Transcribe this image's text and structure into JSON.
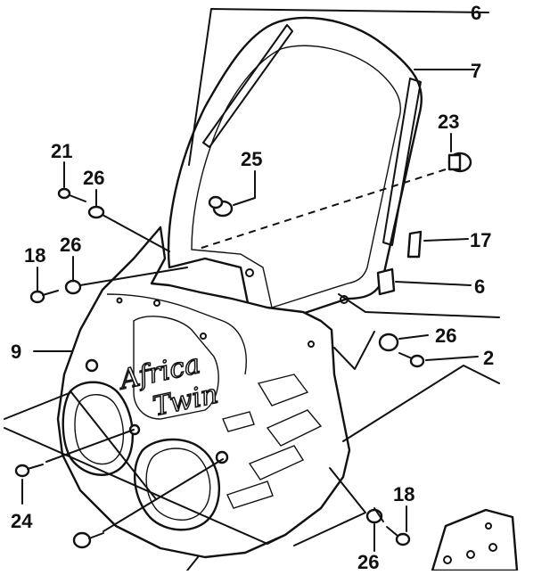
{
  "diagram": {
    "colors": {
      "ink": "#111111",
      "paper": "#ffffff",
      "shade": "#d8d8d8"
    },
    "brand_text_line1": "Africa",
    "brand_text_line2": "Twin",
    "callouts": [
      {
        "id": "6a",
        "number": "6"
      },
      {
        "id": "7",
        "number": "7"
      },
      {
        "id": "23",
        "number": "23"
      },
      {
        "id": "25",
        "number": "25"
      },
      {
        "id": "21",
        "number": "21"
      },
      {
        "id": "26a",
        "number": "26"
      },
      {
        "id": "26b",
        "number": "26"
      },
      {
        "id": "18a",
        "number": "18"
      },
      {
        "id": "17",
        "number": "17"
      },
      {
        "id": "6b",
        "number": "6"
      },
      {
        "id": "9",
        "number": "9"
      },
      {
        "id": "26c",
        "number": "26"
      },
      {
        "id": "2",
        "number": "2"
      },
      {
        "id": "24",
        "number": "24"
      },
      {
        "id": "18b",
        "number": "18"
      },
      {
        "id": "26d",
        "number": "26"
      }
    ]
  }
}
